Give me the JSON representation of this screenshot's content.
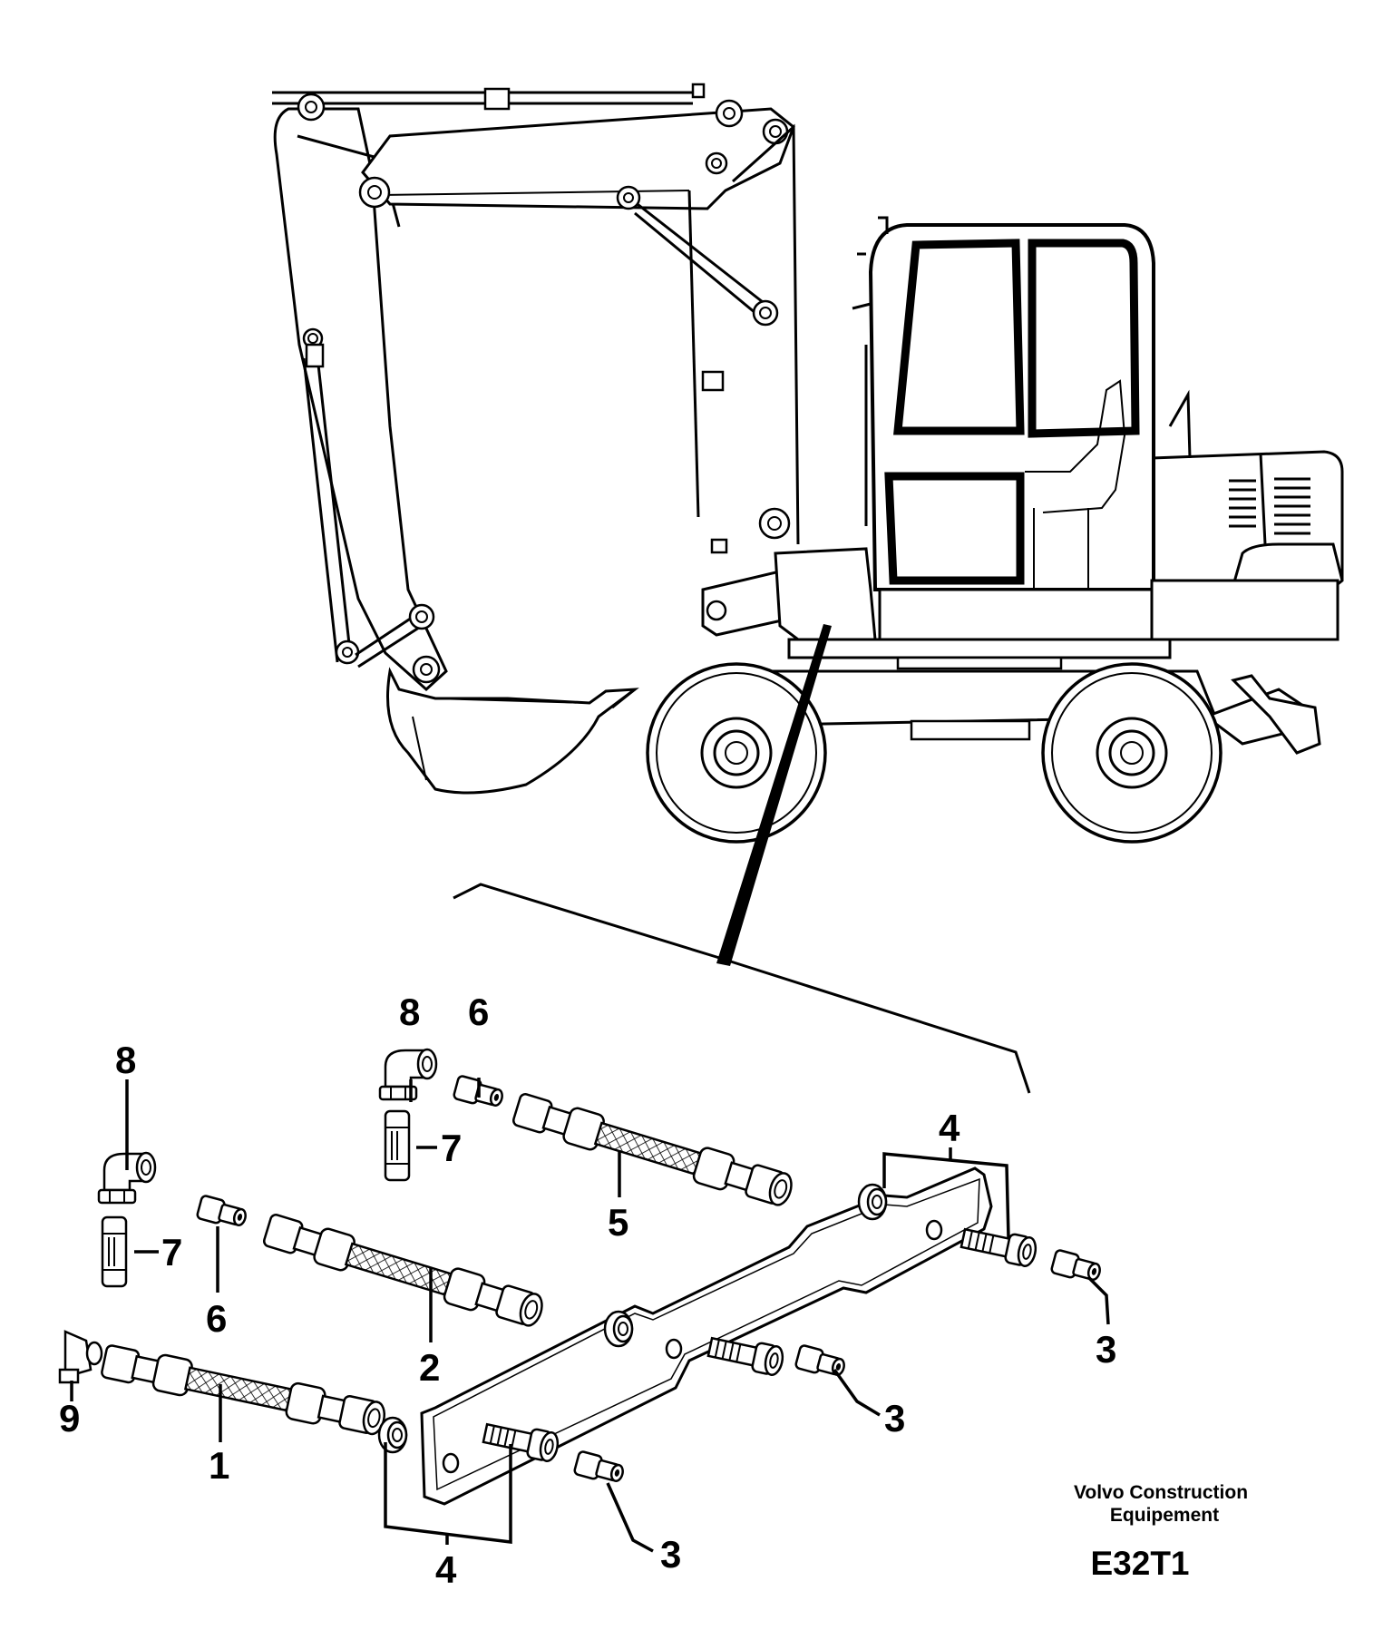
{
  "diagram": {
    "footer": {
      "brand_line1": "Volvo Construction",
      "brand_line2": "Equipement",
      "code": "E32T1"
    },
    "callouts": [
      {
        "id": "c1",
        "label": "1"
      },
      {
        "id": "c2",
        "label": "2"
      },
      {
        "id": "c3a",
        "label": "3"
      },
      {
        "id": "c3b",
        "label": "3"
      },
      {
        "id": "c3c",
        "label": "3"
      },
      {
        "id": "c4a",
        "label": "4"
      },
      {
        "id": "c4b",
        "label": "4"
      },
      {
        "id": "c5",
        "label": "5"
      },
      {
        "id": "c6a",
        "label": "6"
      },
      {
        "id": "c6b",
        "label": "6"
      },
      {
        "id": "c7a",
        "label": "7"
      },
      {
        "id": "c7b",
        "label": "7"
      },
      {
        "id": "c8a",
        "label": "8"
      },
      {
        "id": "c8b",
        "label": "8"
      },
      {
        "id": "c9",
        "label": "9"
      }
    ]
  }
}
